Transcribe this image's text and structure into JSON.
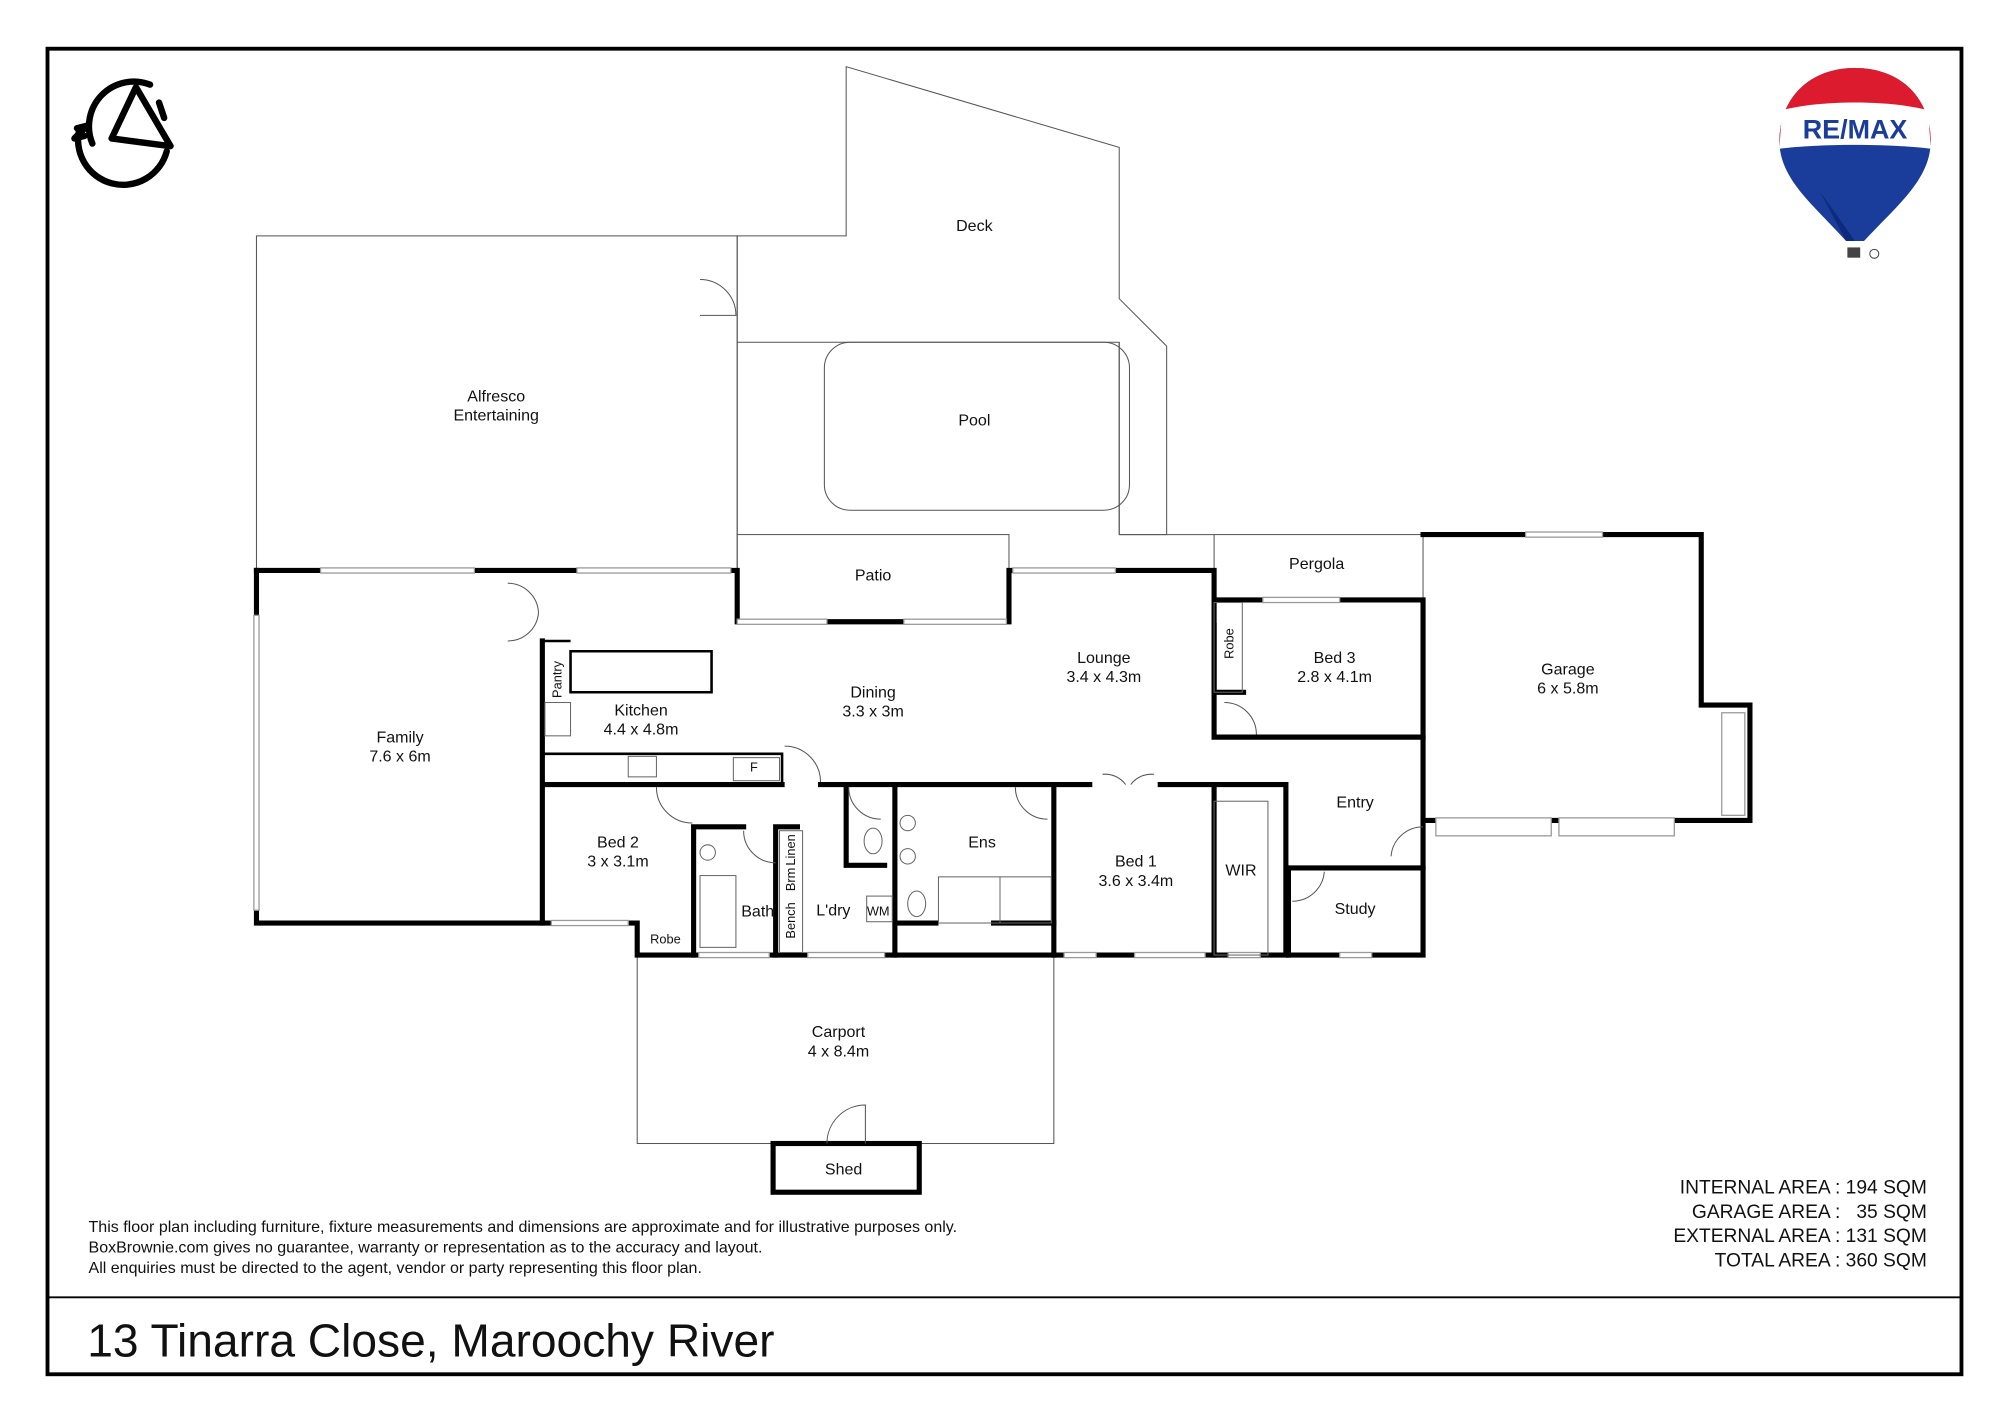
{
  "address": "13 Tinarra Close, Maroochy River",
  "logos": {
    "left": "BoxBrownie logo",
    "right": "RE/MAX"
  },
  "rooms": {
    "deck": {
      "name": "Deck"
    },
    "alfresco": {
      "name": "Alfresco",
      "name2": "Entertaining"
    },
    "pool": {
      "name": "Pool"
    },
    "patio": {
      "name": "Patio"
    },
    "pergola": {
      "name": "Pergola"
    },
    "lounge": {
      "name": "Lounge",
      "size": "3.4 x 4.3m"
    },
    "dining": {
      "name": "Dining",
      "size": "3.3 x 3m"
    },
    "kitchen": {
      "name": "Kitchen",
      "size": "4.4 x 4.8m"
    },
    "family": {
      "name": "Family",
      "size": "7.6 x 6m"
    },
    "bed3": {
      "name": "Bed 3",
      "size": "2.8 x 4.1m"
    },
    "garage": {
      "name": "Garage",
      "size": "6 x 5.8m"
    },
    "bed2": {
      "name": "Bed 2",
      "size": "3 x 3.1m"
    },
    "bath": {
      "name": "Bath"
    },
    "laundry": {
      "name": "L'dry"
    },
    "ens": {
      "name": "Ens"
    },
    "bed1": {
      "name": "Bed 1",
      "size": "3.6 x 3.4m"
    },
    "wir": {
      "name": "WIR"
    },
    "entry": {
      "name": "Entry"
    },
    "study": {
      "name": "Study"
    },
    "carport": {
      "name": "Carport",
      "size": "4 x 8.4m"
    },
    "shed": {
      "name": "Shed"
    },
    "pantry": "Pantry",
    "robe_bed3": "Robe",
    "robe_bed2": "Robe",
    "fridge": "F",
    "bench": "Bench",
    "brm": "Brm",
    "linen": "Linen",
    "wm": "WM"
  },
  "disclaimer": [
    "This floor plan including furniture, fixture measurements and dimensions are approximate and for illustrative purposes only.",
    "BoxBrownie.com gives no guarantee, warranty or representation as to the accuracy and layout.",
    "All enquiries must be directed to the agent, vendor or party representing this floor plan."
  ],
  "areas": [
    "INTERNAL AREA : 194 SQM",
    "GARAGE AREA :   35 SQM",
    "EXTERNAL AREA : 131 SQM",
    "TOTAL AREA : 360 SQM"
  ],
  "colors": {
    "remax_red": "#dc1c2e",
    "remax_blue": "#1a3d9c",
    "remax_dark_blue": "#0e2a7a"
  }
}
